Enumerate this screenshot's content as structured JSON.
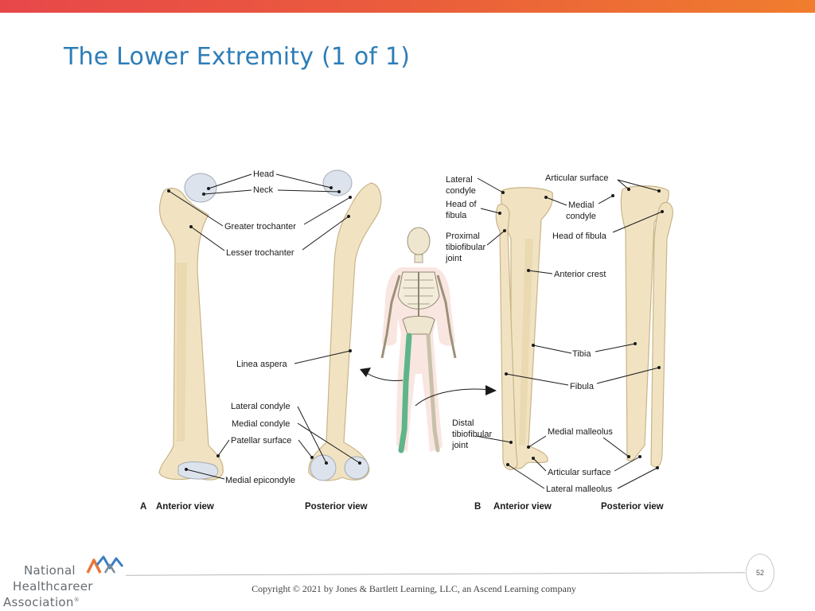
{
  "slide": {
    "title": "The Lower Extremity (1 of 1)",
    "page_number": "52"
  },
  "figure": {
    "femur_labels": {
      "head": "Head",
      "neck": "Neck",
      "greater_trochanter": "Greater trochanter",
      "lesser_trochanter": "Lesser trochanter",
      "linea_aspera": "Linea aspera",
      "lateral_condyle": "Lateral condyle",
      "medial_condyle": "Medial condyle",
      "patellar_surface": "Patellar surface",
      "medial_epicondyle": "Medial epicondyle"
    },
    "leg_labels": {
      "lateral_condyle_1": "Lateral",
      "lateral_condyle_2": "condyle",
      "head_of_fibula_left_1": "Head of",
      "head_of_fibula_left_2": "fibula",
      "proximal_tib_1": "Proximal",
      "proximal_tib_2": "tibiofibular",
      "proximal_tib_3": "joint",
      "distal_tib_1": "Distal",
      "distal_tib_2": "tibiofibular",
      "distal_tib_3": "joint",
      "articular_surface_top": "Articular surface",
      "medial_condyle_1": "Medial",
      "medial_condyle_2": "condyle",
      "head_of_fibula_right": "Head of fibula",
      "anterior_crest": "Anterior crest",
      "tibia": "Tibia",
      "fibula": "Fibula",
      "medial_malleolus": "Medial malleolus",
      "articular_surface_bottom": "Articular surface",
      "lateral_malleolus": "Lateral malleolus"
    },
    "panel_a": {
      "letter": "A",
      "view_left": "Anterior view",
      "view_right": "Posterior view"
    },
    "panel_b": {
      "letter": "B",
      "view_left": "Anterior view",
      "view_right": "Posterior view"
    }
  },
  "footer": {
    "copyright": "Copyright © 2021 by Jones & Bartlett Learning, LLC, an Ascend Learning company",
    "logo_line1": "National",
    "logo_line2": "Healthcareer",
    "logo_line3": "Association",
    "logo_reg": "®"
  },
  "colors": {
    "accent_title": "#2e7db8",
    "top_bar_start": "#e8474a",
    "top_bar_end": "#f07d2e",
    "bone": "#f1e3c2",
    "highlight_leg": "#5fb58a"
  }
}
